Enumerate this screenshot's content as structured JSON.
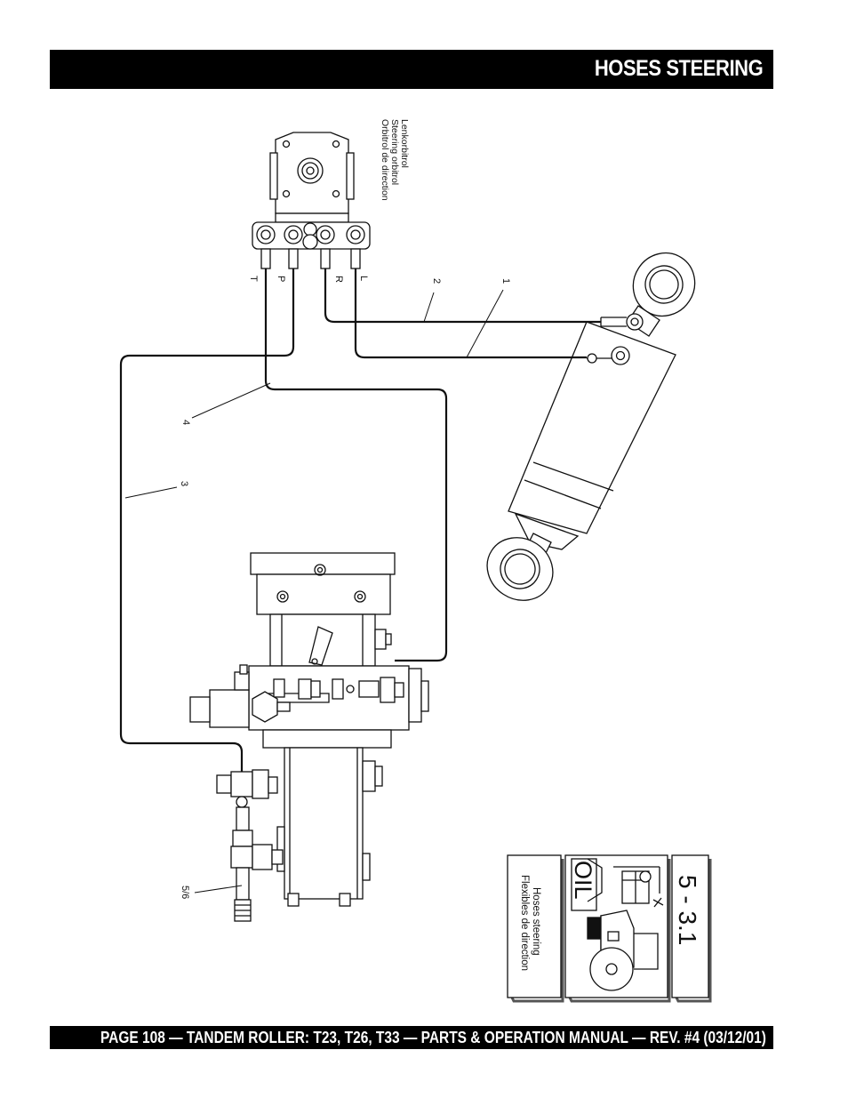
{
  "header": {
    "title": "HOSES STEERING"
  },
  "orbitrol": {
    "label_de": "Lenkorbitrol",
    "label_en": "Steering orbitrol",
    "label_fr": "Orbitrol de direction",
    "ports": [
      "T",
      "P",
      "R",
      "L"
    ]
  },
  "callouts": {
    "hose_1": "1",
    "hose_2": "2",
    "hose_3": "3",
    "hose_4": "4",
    "fitting_5_6": "5/6"
  },
  "section_label": {
    "number": "5 - 3.1",
    "badge": "OIL",
    "title_en": "Hoses steering",
    "title_fr": "Flexibles de direction"
  },
  "footer": {
    "text": "PAGE 108 — TANDEM ROLLER: T23, T26, T33 — PARTS & OPERATION MANUAL — REV. #4 (03/12/01)"
  }
}
